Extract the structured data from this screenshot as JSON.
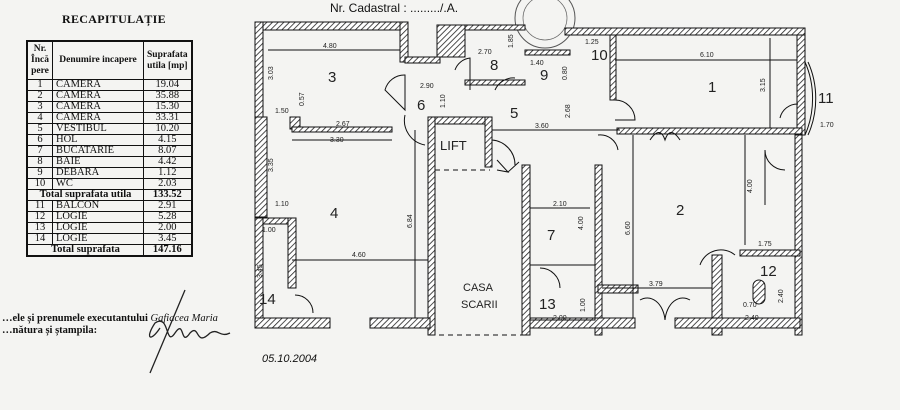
{
  "header": {
    "cadastral_label": "Nr. Cadastral : ........./.A."
  },
  "recap": {
    "title": "RECAPITULAȚIE",
    "columns": [
      "Nr. Încă pere",
      "Denumire incapere",
      "Suprafata utila [mp]"
    ],
    "rooms": [
      {
        "nr": "1",
        "name": "CAMERA",
        "area": "19.04"
      },
      {
        "nr": "2",
        "name": "CAMERA",
        "area": "35.88"
      },
      {
        "nr": "3",
        "name": "CAMERA",
        "area": "15.30"
      },
      {
        "nr": "4",
        "name": "CAMERA",
        "area": "33.31"
      },
      {
        "nr": "5",
        "name": "VESTIBUL",
        "area": "10.20"
      },
      {
        "nr": "6",
        "name": "HOL",
        "area": "4.15"
      },
      {
        "nr": "7",
        "name": "BUCATARIE",
        "area": "8.07"
      },
      {
        "nr": "8",
        "name": "BAIE",
        "area": "4.42"
      },
      {
        "nr": "9",
        "name": "DEBARA",
        "area": "1.12"
      },
      {
        "nr": "10",
        "name": "WC",
        "area": "2.03"
      }
    ],
    "total_utila_label": "Total suprafata utila",
    "total_utila": "133.52",
    "extra": [
      {
        "nr": "11",
        "name": "BALCON",
        "area": "2.91"
      },
      {
        "nr": "12",
        "name": "LOGIE",
        "area": "5.28"
      },
      {
        "nr": "13",
        "name": "LOGIE",
        "area": "2.00"
      },
      {
        "nr": "14",
        "name": "LOGIE",
        "area": "3.45"
      }
    ],
    "total_label": "Total suprafata",
    "total": "147.16"
  },
  "executant": {
    "name_label": "…ele și prenumele executantului",
    "name": "Gafiacea Maria",
    "signature_label": "…nătura și ștampila:"
  },
  "date": "05.10.2004",
  "plan": {
    "rooms": {
      "r1": "1",
      "r2": "2",
      "r3": "3",
      "r4": "4",
      "r5": "5",
      "r6": "6",
      "r7": "7",
      "r8": "8",
      "r9": "9",
      "r10": "10",
      "r11": "11",
      "r12": "12",
      "r13": "13",
      "r14": "14"
    },
    "lift": "LIFT",
    "stair1": "CASA",
    "stair2": "SCARII",
    "dims": {
      "d480": "4.80",
      "d303": "3.03",
      "d057": "0.57",
      "d150": "1.50",
      "d267": "2.67",
      "d330": "3.30",
      "d335": "3.35",
      "d290": "2.90",
      "d110a": "1.10",
      "d270": "2.70",
      "d185": "1.85",
      "d140": "1.40",
      "d080": "0.80",
      "d268": "2.68",
      "d360": "3.60",
      "d125": "1.25",
      "d610": "6.10",
      "d315": "3.15",
      "d170": "1.70",
      "d110b": "1.10",
      "d100": "1.00",
      "d345": "3.45",
      "d460": "4.60",
      "d684": "6.84",
      "d210": "2.10",
      "d400a": "4.00",
      "d200": "2.00",
      "d100b": "1.00",
      "d660": "6.60",
      "d400b": "4.00",
      "d175": "1.75",
      "d379": "3.79",
      "d070": "0.70",
      "d240a": "2.40",
      "d240b": "2.40"
    }
  }
}
